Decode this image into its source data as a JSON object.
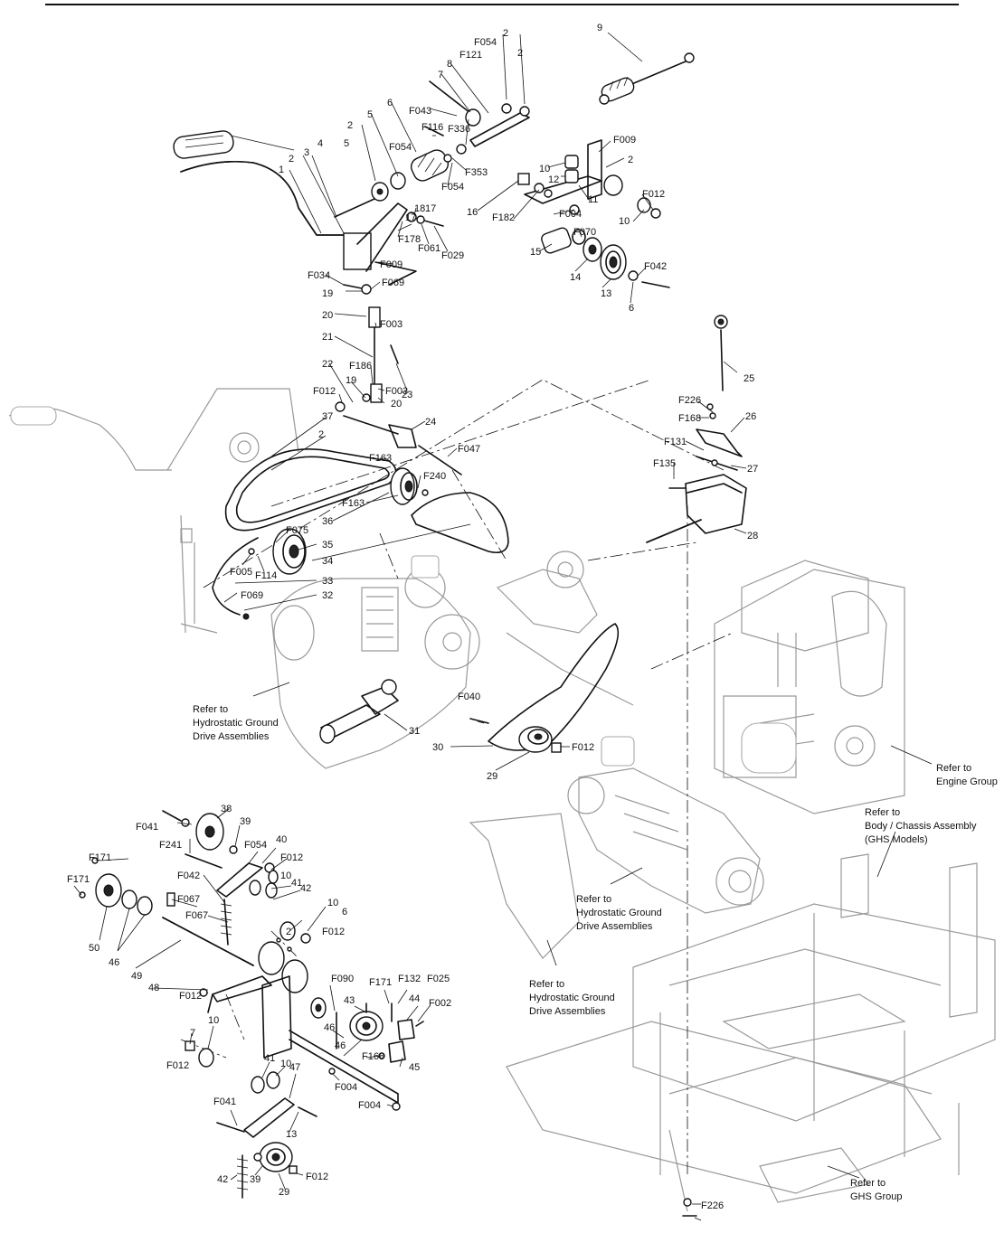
{
  "labels": [
    "1",
    "2",
    "3",
    "4",
    "5",
    "6",
    "7",
    "8",
    "9",
    "10",
    "12",
    "11",
    "13",
    "14",
    "15",
    "16",
    "17",
    "18",
    "19",
    "20",
    "21",
    "22",
    "23",
    "24",
    "25",
    "26",
    "27",
    "28",
    "29",
    "30",
    "31",
    "32",
    "33",
    "34",
    "35",
    "36",
    "37",
    "38",
    "39",
    "40",
    "41",
    "42",
    "43",
    "44",
    "45",
    "46",
    "47",
    "48",
    "49",
    "50",
    "F054",
    "F121",
    "F043",
    "F116",
    "F336",
    "F353",
    "F009",
    "F012",
    "F182",
    "F004",
    "F070",
    "F042",
    "F178",
    "F061",
    "F029",
    "F034",
    "F069",
    "F003",
    "F186",
    "F047",
    "F163",
    "F240",
    "F075",
    "F005",
    "F114",
    "F226",
    "F168",
    "F131",
    "F135",
    "F040",
    "F041",
    "F241",
    "F171",
    "F067",
    "F090",
    "F132",
    "F025",
    "F002",
    "F168",
    "F226"
  ],
  "references": {
    "hydro_1": [
      "Refer to",
      "Hydrostatic Ground",
      "Drive Assemblies"
    ],
    "hydro_2": [
      "Refer to",
      "Hydrostatic Ground",
      "Drive Assemblies"
    ],
    "hydro_3": [
      "Refer to",
      "Hydrostatic Ground",
      "Drive Assemblies"
    ],
    "engine": [
      "Refer to",
      "Engine Group"
    ],
    "body": [
      "Refer to",
      "Body / Chassis Assembly",
      "(GHS Models)"
    ],
    "ghs": [
      "Refer to",
      "GHS Group"
    ]
  }
}
